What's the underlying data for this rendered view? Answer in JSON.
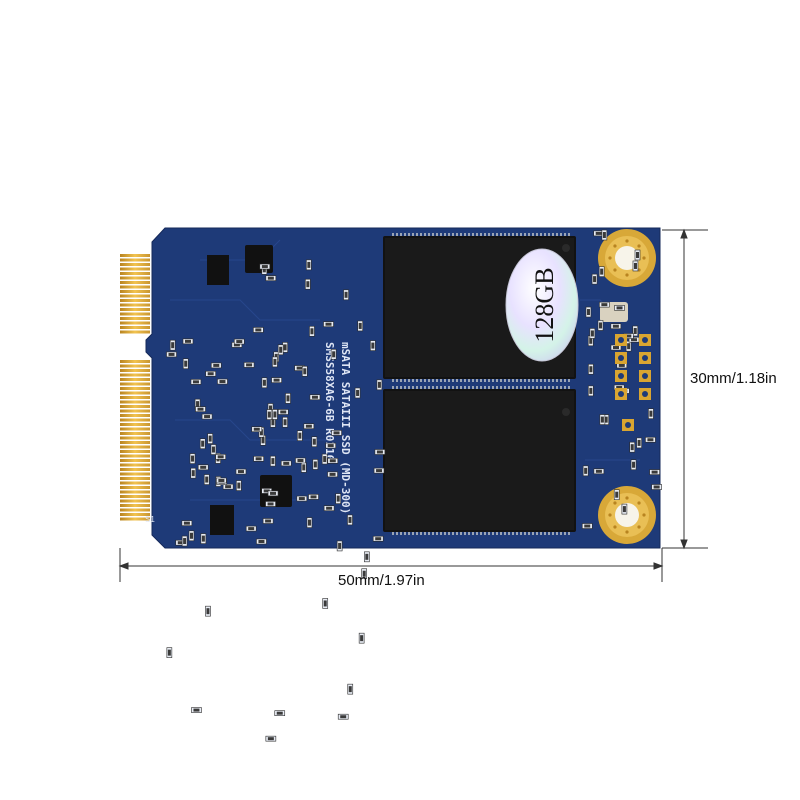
{
  "product": {
    "capacity_label": "128GB",
    "silk_line1": "mSATA SATAIII SSD (MD-300)",
    "silk_line2": "SMSS58XA6-6B R0110",
    "pin_marker": "S1"
  },
  "dimensions": {
    "width_label": "50mm/1.97in",
    "height_label": "30mm/1.18in"
  },
  "colors": {
    "pcb": "#1e3a78",
    "gold": "#d9a531",
    "chip": "#151515",
    "background": "#ffffff"
  }
}
